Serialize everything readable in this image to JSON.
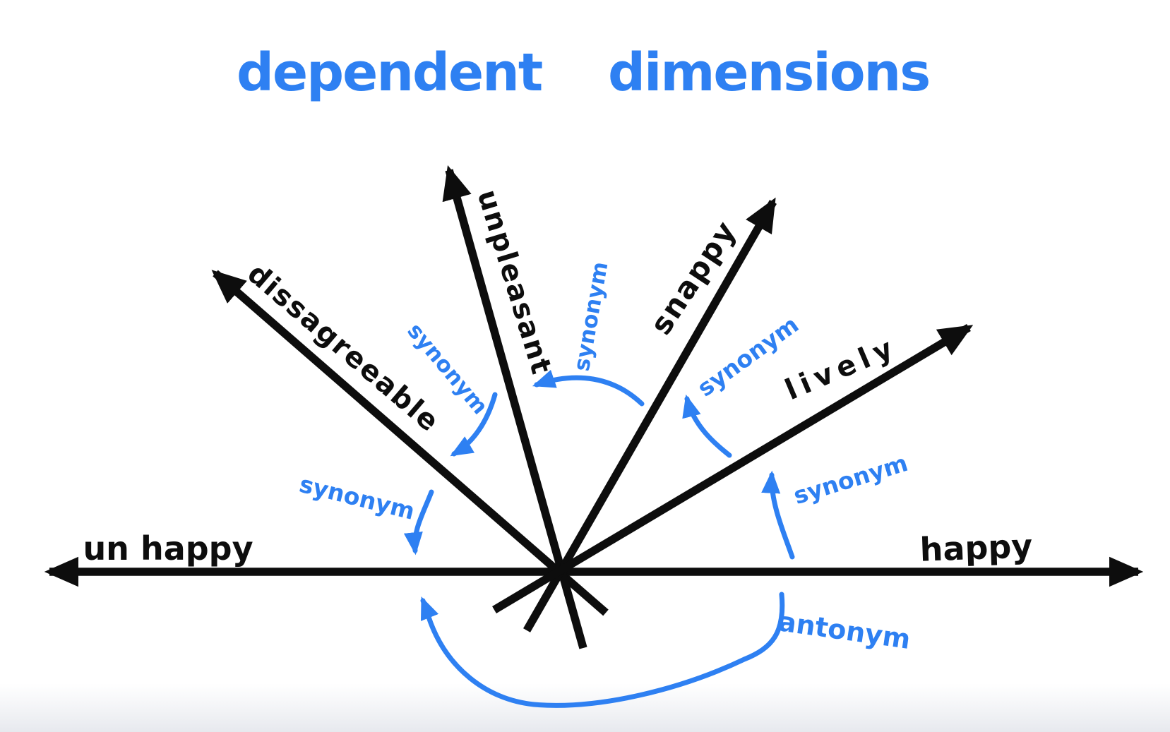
{
  "title": "dependent dimensions",
  "colors": {
    "ink": "#0d0d0d",
    "accent": "#2e80f2",
    "background": "#ffffff"
  },
  "labels": {
    "unhappy": "un happy",
    "happy": "happy",
    "dissagreeable": "dissagreeable",
    "unpleasant": "unpleasant",
    "snappy": "snappy",
    "lively": "lively"
  },
  "relations": [
    {
      "label": "synonym",
      "from": "unpleasant",
      "to": "dissagreeable"
    },
    {
      "label": "synonym",
      "from": "snappy",
      "to": "unpleasant"
    },
    {
      "label": "synonym",
      "from": "lively",
      "to": "snappy"
    },
    {
      "label": "synonym",
      "from": "happy",
      "to": "lively"
    },
    {
      "label": "synonym",
      "from": "dissagreeable",
      "to": "unhappy"
    },
    {
      "label": "antonym",
      "from": "happy",
      "to": "unhappy"
    }
  ]
}
